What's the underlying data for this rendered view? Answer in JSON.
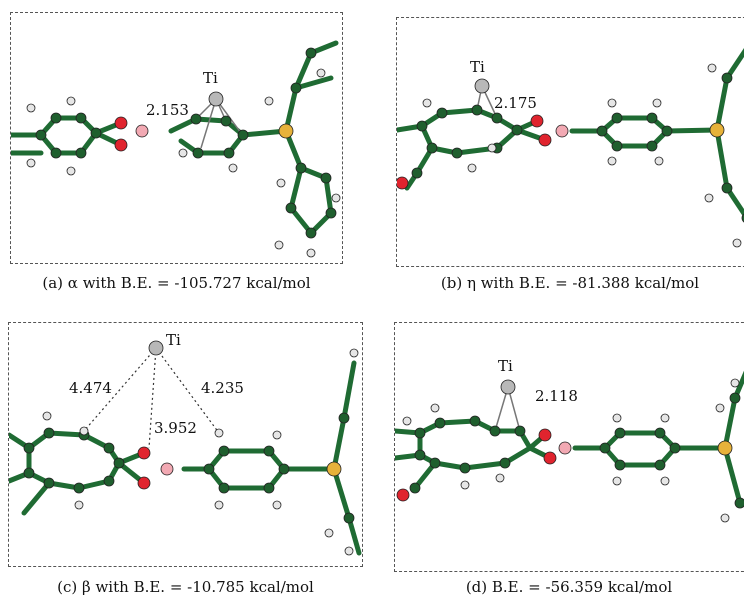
{
  "panels": [
    {
      "id": "a",
      "ti_label": "Ti",
      "distances": [
        "2.153"
      ],
      "caption": "(a) α with B.E. = -105.727 kcal/mol"
    },
    {
      "id": "b",
      "ti_label": "Ti",
      "distances": [
        "2.175"
      ],
      "caption": "(b) η with B.E. = -81.388 kcal/mol"
    },
    {
      "id": "c",
      "ti_label": "Ti",
      "distances": [
        "4.474",
        "4.235",
        "3.952"
      ],
      "caption": "(c) β with B.E. = -10.785 kcal/mol"
    },
    {
      "id": "d",
      "ti_label": "Ti",
      "distances": [
        "2.118"
      ],
      "caption": "(d) B.E. = -56.359 kcal/mol"
    }
  ],
  "colors": {
    "carbon": "#1f5f2e",
    "bond": "#1f6b33",
    "hydrogen": "#e6e6e6",
    "oxygen": "#e0242e",
    "boron": "#f2a9b3",
    "phosphorus": "#e7b23a",
    "titanium": "#b8b8b8"
  }
}
